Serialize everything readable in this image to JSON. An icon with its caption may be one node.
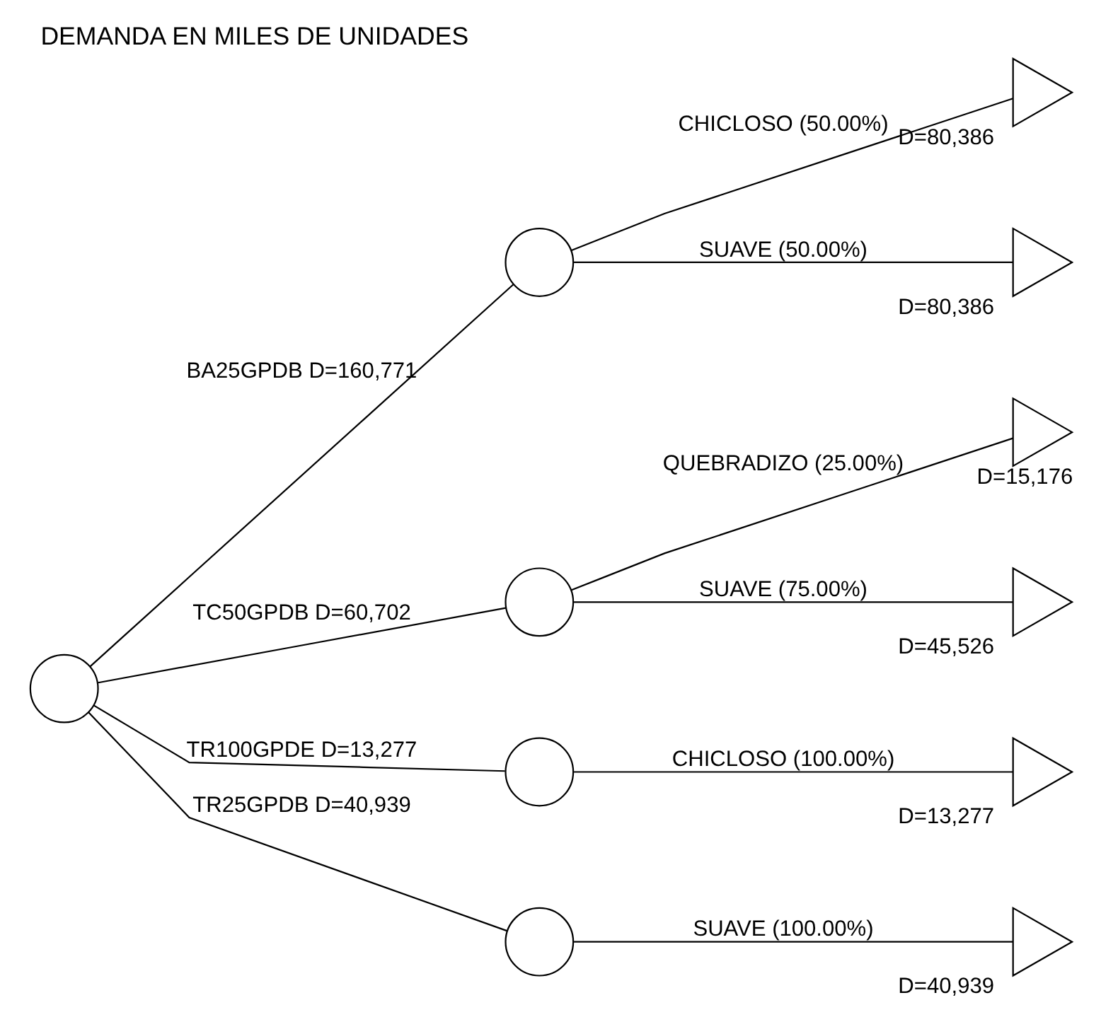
{
  "diagram": {
    "title": "DEMANDA EN MILES DE UNIDADES",
    "nodes": [
      {
        "text": [],
        "shape": "circle"
      },
      {
        "text": [],
        "shape": "circle"
      },
      {
        "text": [],
        "shape": "circle"
      },
      {
        "text": [],
        "shape": "circle"
      },
      {
        "text": [],
        "shape": "circle"
      },
      {
        "text": [],
        "shape": "triangle",
        "beside": [
          "D=80,386"
        ]
      },
      {
        "text": [],
        "shape": "triangle",
        "beside": [
          "D=80,386"
        ]
      },
      {
        "text": [],
        "shape": "triangle",
        "beside": [
          "D=15,176"
        ]
      },
      {
        "text": [],
        "shape": "triangle",
        "beside": [
          "D=45,526"
        ]
      },
      {
        "text": [],
        "shape": "triangle",
        "beside": [
          "D=13,277"
        ]
      },
      {
        "text": [],
        "shape": "triangle",
        "beside": [
          "D=40,939"
        ]
      }
    ],
    "edges": [
      {
        "from": 0,
        "to": 1,
        "arrow": "none",
        "label": "BA25GPDB D=160,771"
      },
      {
        "from": 0,
        "to": 2,
        "arrow": "none",
        "label": "TC50GPDB D=60,702"
      },
      {
        "from": 0,
        "to": 3,
        "arrow": "none",
        "label": "TR100GPDE D=13,277"
      },
      {
        "from": 0,
        "to": 4,
        "arrow": "none",
        "label": "TR25GPDB D=40,939"
      },
      {
        "from": 1,
        "to": 5,
        "arrow": "none",
        "label": "CHICLOSO (50.00%)"
      },
      {
        "from": 1,
        "to": 6,
        "arrow": "none",
        "label": "SUAVE (50.00%)"
      },
      {
        "from": 2,
        "to": 7,
        "arrow": "none",
        "label": "QUEBRADIZO (25.00%)"
      },
      {
        "from": 2,
        "to": 8,
        "arrow": "none",
        "label": "SUAVE (75.00%)"
      },
      {
        "from": 3,
        "to": 9,
        "arrow": "none",
        "label": "CHICLOSO (100.00%)"
      },
      {
        "from": 4,
        "to": 10,
        "arrow": "none",
        "label": "SUAVE (100.00%)"
      }
    ]
  }
}
